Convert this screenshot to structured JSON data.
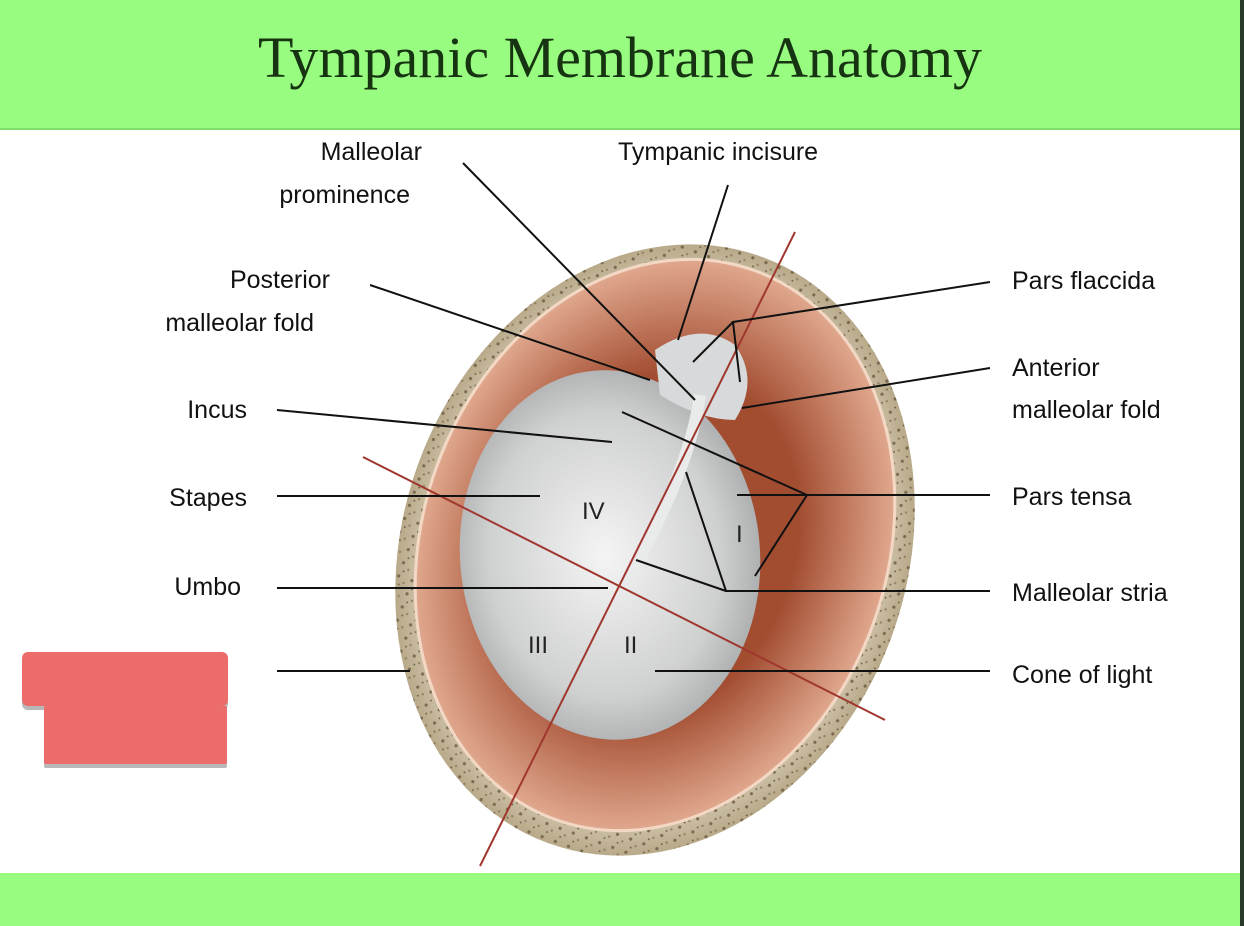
{
  "title": "Tympanic Membrane Anatomy",
  "labels_left": {
    "malleolar_prominence": [
      "Malleolar",
      "prominence"
    ],
    "posterior_malleolar_fold": [
      "Posterior",
      "malleolar fold"
    ],
    "incus": "Incus",
    "stapes": "Stapes",
    "umbo": "Umbo"
  },
  "labels_top": {
    "tympanic_incisure": "Tympanic incisure"
  },
  "labels_right": {
    "pars_flaccida": "Pars flaccida",
    "anterior_malleolar_fold": [
      "Anterior",
      "malleolar fold"
    ],
    "pars_tensa": "Pars tensa",
    "malleolar_stria": "Malleolar stria",
    "cone_of_light": "Cone of light"
  },
  "quadrants": {
    "I": "I",
    "II": "II",
    "III": "III",
    "IV": "IV"
  },
  "colors": {
    "header": "#97fc7f",
    "covered_label_card": "#ec6b6b",
    "division_line": "#a0372e"
  }
}
